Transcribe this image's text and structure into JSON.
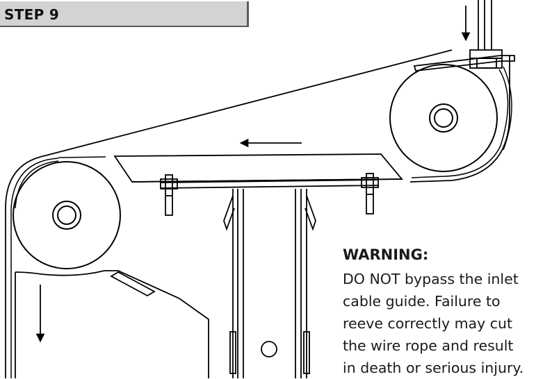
{
  "header": {
    "step_label": "STEP 9",
    "background_color": "#d3d3d3",
    "border_color": "#5b5b5b"
  },
  "warning": {
    "title": "WARNING:",
    "lines": [
      "DO NOT bypass the inlet",
      "cable guide. Failure to",
      "reeve correctly may cut",
      "the wire rope and result",
      "in death or serious injury."
    ]
  },
  "diagram": {
    "line_color": "#000000",
    "parts": [
      "inlet-sheave",
      "outlet-sheave",
      "center-plate",
      "mounting-bracket-left",
      "mounting-bracket-right",
      "mast-column",
      "inlet-cable-guide",
      "wire-rope-entry",
      "wire-rope-exit"
    ],
    "arrows": [
      "rope-in-down-arrow",
      "rope-travel-left-arrow",
      "rope-out-down-arrow"
    ]
  }
}
